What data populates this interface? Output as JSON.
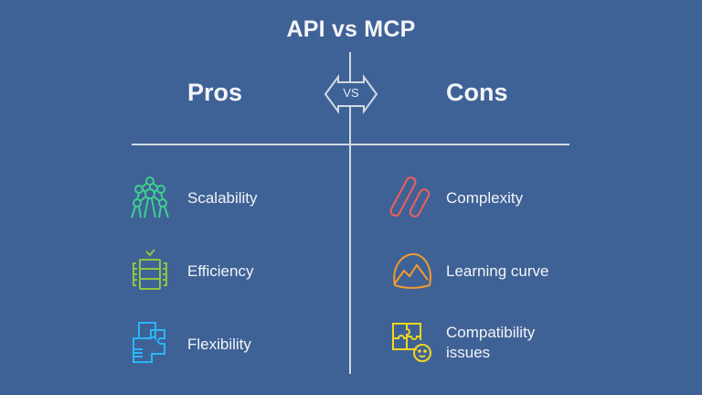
{
  "title": "API vs MCP",
  "vs_label": "VS",
  "pros": {
    "heading": "Pros",
    "items": [
      {
        "label": "Scalability",
        "icon": "atomium-icon",
        "color": "#3ecf8e"
      },
      {
        "label": "Efficiency",
        "icon": "server-check-icon",
        "color": "#8dc63f"
      },
      {
        "label": "Flexibility",
        "icon": "puzzle-icon",
        "color": "#29b6f6"
      }
    ]
  },
  "cons": {
    "heading": "Cons",
    "items": [
      {
        "label": "Complexity",
        "icon": "capsules-icon",
        "color": "#ef5f5a"
      },
      {
        "label": "Learning curve",
        "icon": "mountain-icon",
        "color": "#f39a2e"
      },
      {
        "label": "Compatibility issues",
        "label_line1": "Compatibility",
        "label_line2": "issues",
        "icon": "puzzle-face-icon",
        "color": "#f4d61e"
      }
    ]
  },
  "colors": {
    "background": "#3f6296",
    "divider": "#d3d9e4",
    "text": "#f2f4f8"
  }
}
